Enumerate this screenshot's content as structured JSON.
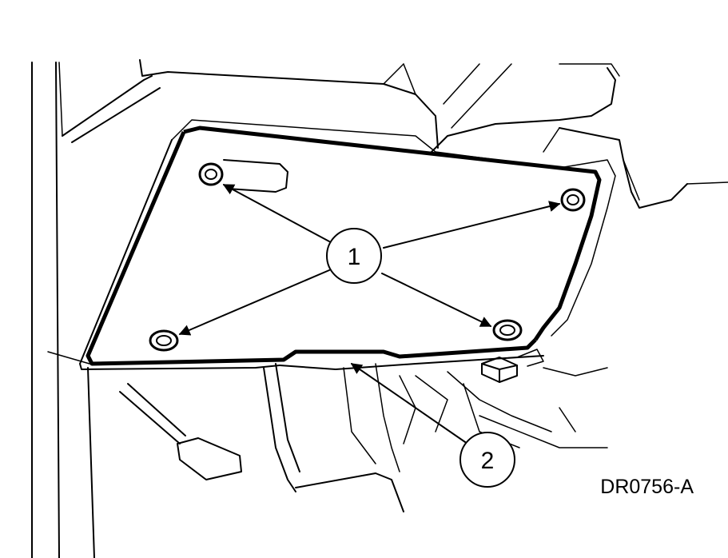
{
  "diagram": {
    "figure_code": "DR0756-A",
    "callouts": [
      {
        "label": "1",
        "targets": [
          "screw-upper-left",
          "screw-upper-right",
          "screw-lower-left",
          "screw-lower-right"
        ]
      },
      {
        "label": "2",
        "targets": [
          "panel-bottom-edge"
        ]
      }
    ]
  }
}
